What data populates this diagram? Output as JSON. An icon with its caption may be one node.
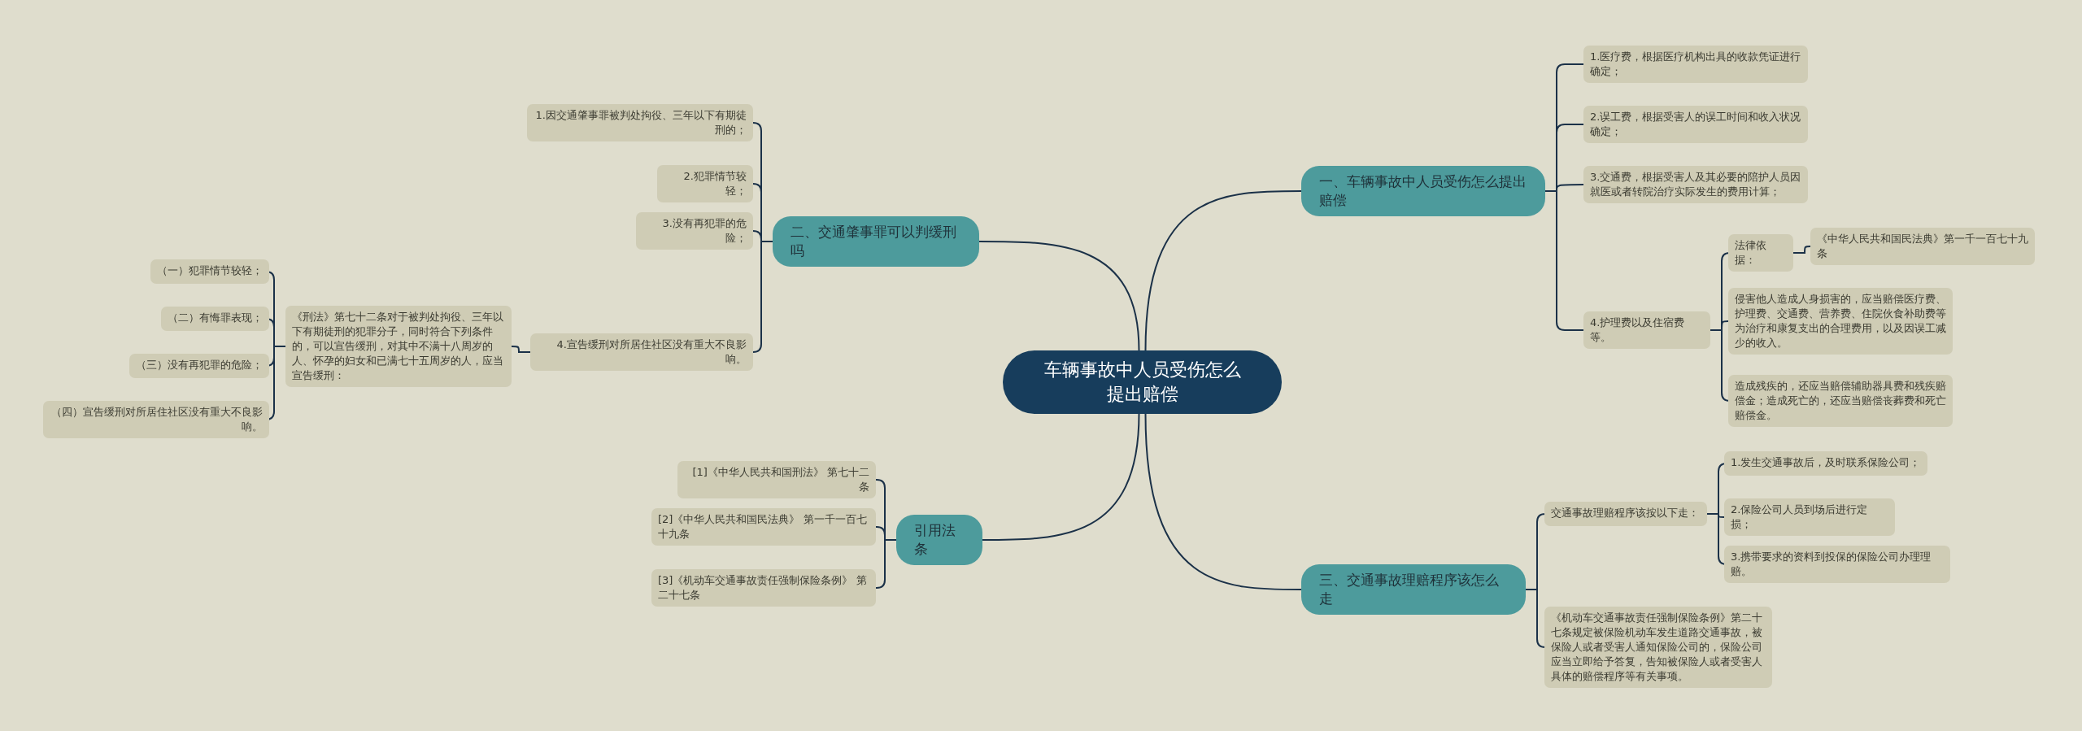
{
  "diagram": {
    "nodes": [
      {
        "text": [
          "车辆事故中人员受伤怎么提出赔偿"
        ]
      },
      {
        "text": [
          "一、车辆事故中人员受伤怎么提出赔偿"
        ]
      },
      {
        "text": [
          "1.医疗费，根据医疗机构出具的收款凭证进行确定；"
        ]
      },
      {
        "text": [
          "2.误工费，根据受害人的误工时间和收入状况确定；"
        ]
      },
      {
        "text": [
          "3.交通费，根据受害人及其必要的陪护人员因就医或者转院治疗实际发生的费用计算；"
        ]
      },
      {
        "text": [
          "4.护理费以及住宿费等。"
        ]
      },
      {
        "text": [
          "法律依据："
        ]
      },
      {
        "text": [
          "《中华人民共和国民法典》第一千一百七十九条"
        ]
      },
      {
        "text": [
          "侵害他人造成人身损害的，应当赔偿医疗费、护理费、交通费、营养费、住院伙食补助费等为治疗和康复支出的合理费用，以及因误工减少的收入。"
        ]
      },
      {
        "text": [
          "造成残疾的，还应当赔偿辅助器具费和残疾赔偿金；造成死亡的，还应当赔偿丧葬费和死亡赔偿金。"
        ]
      },
      {
        "text": [
          "二、交通肇事罪可以判缓刑吗"
        ]
      },
      {
        "text": [
          "1.因交通肇事罪被判处拘役、三年以下有期徒刑的；"
        ]
      },
      {
        "text": [
          "2.犯罪情节较轻；"
        ]
      },
      {
        "text": [
          "3.没有再犯罪的危险；"
        ]
      },
      {
        "text": [
          "4.宣告缓刑对所居住社区没有重大不良影响。"
        ]
      },
      {
        "text": [
          "《刑法》第七十二条对于被判处拘役、三年以下有期徒刑的犯罪分子，同时符合下列条件的，可以宣告缓刑，对其中不满十八周岁的人、怀孕的妇女和已满七十五周岁的人，应当宣告缓刑："
        ]
      },
      {
        "text": [
          "（一）犯罪情节较轻；"
        ]
      },
      {
        "text": [
          "（二）有悔罪表现；"
        ]
      },
      {
        "text": [
          "（三）没有再犯罪的危险；"
        ]
      },
      {
        "text": [
          "（四）宣告缓刑对所居住社区没有重大不良影响。"
        ]
      },
      {
        "text": [
          "三、交通事故理赔程序该怎么走"
        ]
      },
      {
        "text": [
          "交通事故理赔程序该按以下走："
        ]
      },
      {
        "text": [
          "1.发生交通事故后，及时联系保险公司；"
        ]
      },
      {
        "text": [
          "2.保险公司人员到场后进行定损；"
        ]
      },
      {
        "text": [
          "3.携带要求的资料到投保的保险公司办理理赔。"
        ]
      },
      {
        "text": [
          "《机动车交通事故责任强制保险条例》第二十七条规定被保险机动车发生道路交通事故，被保险人或者受害人通知保险公司的，保险公司应当立即给予答复，告知被保险人或者受害人具体的赔偿程序等有关事项。"
        ]
      },
      {
        "text": [
          "引用法条"
        ]
      },
      {
        "text": [
          "[1]《中华人民共和国刑法》 第七十二条"
        ]
      },
      {
        "text": [
          "[2]《中华人民共和国民法典》 第一千一百七十九条"
        ]
      },
      {
        "text": [
          "[3]《机动车交通事故责任强制保险条例》 第二十七条"
        ]
      }
    ],
    "edges": [
      {
        "from": 0,
        "to": 1,
        "arrow": "none"
      },
      {
        "from": 1,
        "to": 2,
        "arrow": "none"
      },
      {
        "from": 1,
        "to": 3,
        "arrow": "none"
      },
      {
        "from": 1,
        "to": 4,
        "arrow": "none"
      },
      {
        "from": 1,
        "to": 5,
        "arrow": "none"
      },
      {
        "from": 5,
        "to": 6,
        "arrow": "none"
      },
      {
        "from": 6,
        "to": 7,
        "arrow": "none"
      },
      {
        "from": 5,
        "to": 8,
        "arrow": "none"
      },
      {
        "from": 5,
        "to": 9,
        "arrow": "none"
      },
      {
        "from": 0,
        "to": 10,
        "arrow": "none"
      },
      {
        "from": 10,
        "to": 11,
        "arrow": "none"
      },
      {
        "from": 10,
        "to": 12,
        "arrow": "none"
      },
      {
        "from": 10,
        "to": 13,
        "arrow": "none"
      },
      {
        "from": 10,
        "to": 14,
        "arrow": "none"
      },
      {
        "from": 14,
        "to": 15,
        "arrow": "none"
      },
      {
        "from": 15,
        "to": 16,
        "arrow": "none"
      },
      {
        "from": 15,
        "to": 17,
        "arrow": "none"
      },
      {
        "from": 15,
        "to": 18,
        "arrow": "none"
      },
      {
        "from": 15,
        "to": 19,
        "arrow": "none"
      },
      {
        "from": 0,
        "to": 20,
        "arrow": "none"
      },
      {
        "from": 20,
        "to": 21,
        "arrow": "none"
      },
      {
        "from": 21,
        "to": 22,
        "arrow": "none"
      },
      {
        "from": 21,
        "to": 23,
        "arrow": "none"
      },
      {
        "from": 21,
        "to": 24,
        "arrow": "none"
      },
      {
        "from": 20,
        "to": 25,
        "arrow": "none"
      },
      {
        "from": 0,
        "to": 26,
        "arrow": "none"
      },
      {
        "from": 26,
        "to": 27,
        "arrow": "none"
      },
      {
        "from": 26,
        "to": 28,
        "arrow": "none"
      },
      {
        "from": 26,
        "to": 29,
        "arrow": "none"
      }
    ]
  }
}
